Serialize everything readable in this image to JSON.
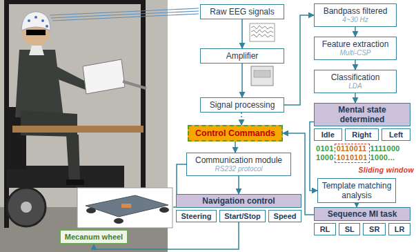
{
  "diagram": {
    "nodes": [
      {
        "text": [
          "Raw EEG signals"
        ]
      },
      {
        "text": [
          "Bandpass filtered",
          "4~30 Hz"
        ]
      },
      {
        "text": [
          "Amplifier"
        ]
      },
      {
        "text": [
          "Feature extraction",
          "Multi-CSP"
        ]
      },
      {
        "text": [
          "Classification",
          "LDA"
        ]
      },
      {
        "text": [
          "Signal processing"
        ]
      },
      {
        "text": [
          "Mental state determined"
        ]
      },
      {
        "text": [
          "Idle"
        ],
        "in": 6
      },
      {
        "text": [
          "Right"
        ],
        "in": 6
      },
      {
        "text": [
          "Left"
        ],
        "in": 6
      },
      {
        "text": [
          "Control Commands"
        ]
      },
      {
        "text": [
          "Communication module",
          "RS232 protocol"
        ]
      },
      {
        "text": [
          "Template matching analysis"
        ]
      },
      {
        "text": [
          "Navigation control"
        ]
      },
      {
        "text": [
          "Steering"
        ],
        "in": 13
      },
      {
        "text": [
          "Start/Stop"
        ],
        "in": 13
      },
      {
        "text": [
          "Speed"
        ],
        "in": 13
      },
      {
        "text": [
          "Sequence MI task"
        ]
      },
      {
        "text": [
          "RL"
        ],
        "in": 17
      },
      {
        "text": [
          "SL"
        ],
        "in": 17
      },
      {
        "text": [
          "SR"
        ],
        "in": 17
      },
      {
        "text": [
          "LR"
        ],
        "in": 17
      },
      {
        "text": [
          "Mecanum wheel"
        ]
      }
    ],
    "edges": [
      {
        "from": 0,
        "to": 2,
        "arrow": "to"
      },
      {
        "from": 2,
        "to": 5,
        "arrow": "to"
      },
      {
        "from": 5,
        "to": 1,
        "arrow": "to"
      },
      {
        "from": 1,
        "to": 3,
        "arrow": "to"
      },
      {
        "from": 3,
        "to": 4,
        "arrow": "to"
      },
      {
        "from": 4,
        "to": 6,
        "arrow": "to"
      },
      {
        "from": 6,
        "to": 12,
        "arrow": "to"
      },
      {
        "from": 12,
        "to": 17,
        "arrow": "to"
      },
      {
        "from": 17,
        "to": 10,
        "arrow": "to"
      },
      {
        "from": 5,
        "to": 10,
        "arrow": "to"
      },
      {
        "from": 10,
        "to": 11,
        "arrow": "to"
      },
      {
        "from": 11,
        "to": 13,
        "arrow": "to"
      },
      {
        "from": 13,
        "to": 22,
        "arrow": "to"
      }
    ],
    "labels": [
      "0101",
      "0110011",
      "1111000",
      "1000",
      "1010101",
      "1000...",
      "Sliding window"
    ]
  }
}
